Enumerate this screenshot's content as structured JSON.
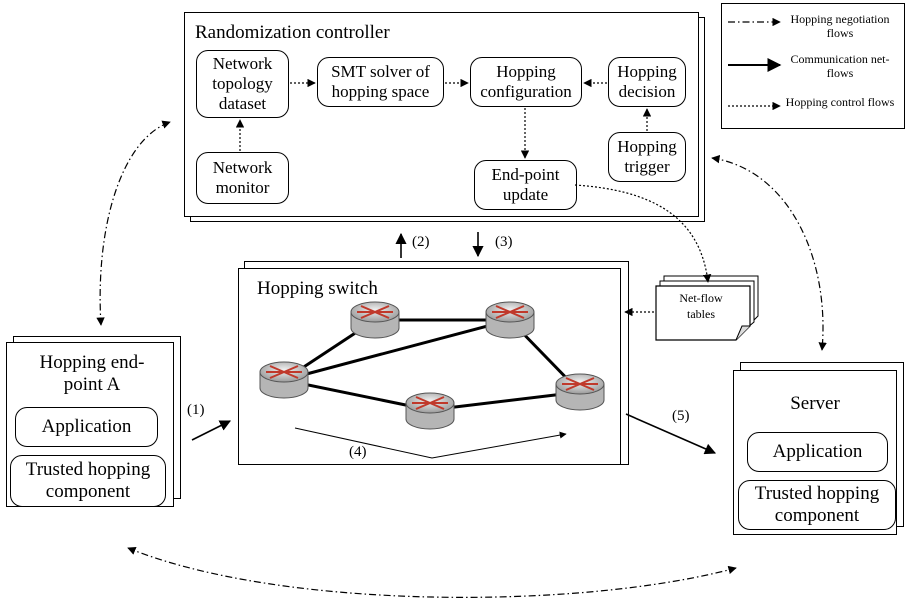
{
  "controller": {
    "title": "Randomization controller",
    "dataset": "Network topology dataset",
    "smt": "SMT solver of hopping space",
    "config": "Hopping configuration",
    "decision": "Hopping decision",
    "monitor": "Network monitor",
    "endpoint_update": "End-point update",
    "trigger": "Hopping trigger"
  },
  "legend": {
    "negotiation": "Hopping negotiation flows",
    "communication": "Communication net-flows",
    "control": "Hopping control flows"
  },
  "switch": {
    "title": "Hopping switch"
  },
  "netflow": {
    "label": "Net-flow tables"
  },
  "endpoint_a": {
    "title": "Hopping end-point A",
    "application": "Application",
    "trusted": "Trusted hopping component"
  },
  "server": {
    "title": "Server",
    "application": "Application",
    "trusted": "Trusted hopping component"
  },
  "steps": {
    "s1": "(1)",
    "s2": "(2)",
    "s3": "(3)",
    "s4": "(4)",
    "s5": "(5)"
  }
}
